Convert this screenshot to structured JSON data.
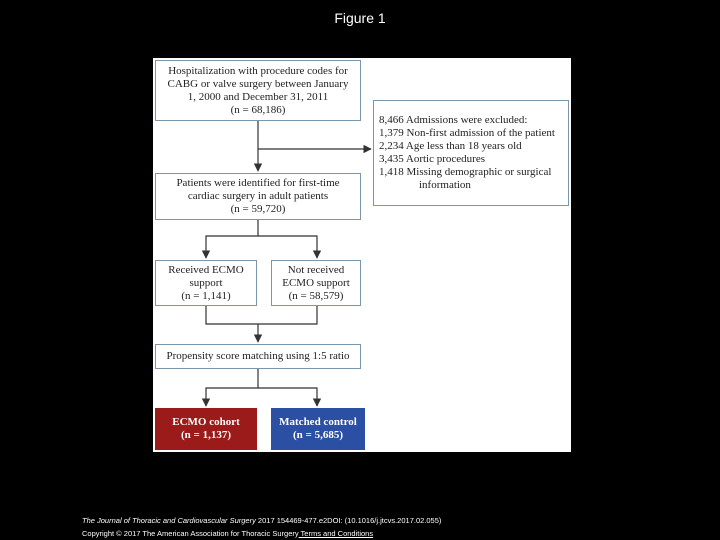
{
  "slide": {
    "title": "Figure 1"
  },
  "flowchart": {
    "box_hospitalization": {
      "lines": [
        "Hospitalization with procedure codes for",
        "CABG or valve surgery between January",
        "1, 2000 and December 31, 2011",
        "(n = 68,186)"
      ]
    },
    "box_excluded": {
      "lines": [
        "8,466 Admissions were excluded:",
        "1,379 Non-first admission of the patient",
        "2,234 Age less than 18 years old",
        "3,435 Aortic procedures",
        "1,418 Missing demographic or surgical",
        "information"
      ]
    },
    "box_first_time": {
      "lines": [
        "Patients were identified for first-time",
        "cardiac surgery in adult patients",
        "(n = 59,720)"
      ]
    },
    "box_received_ecmo": {
      "lines": [
        "Received ECMO",
        "support",
        "(n = 1,141)"
      ]
    },
    "box_not_received_ecmo": {
      "lines": [
        "Not received",
        "ECMO support",
        "(n = 58,579)"
      ]
    },
    "box_propensity": {
      "lines": [
        "Propensity score matching using 1:5 ratio"
      ]
    },
    "box_ecmo_cohort": {
      "lines": [
        "ECMO cohort",
        "(n = 1,137)"
      ],
      "color": "#9b1b1b"
    },
    "box_matched_control": {
      "lines": [
        "Matched control",
        "(n = 5,685)"
      ],
      "color": "#2b4fa3"
    },
    "border_color": "#7a96ae",
    "arrow_color": "#333333"
  },
  "footer": {
    "citation_journal": "The Journal of Thoracic and Cardiovascular Surgery",
    "citation_rest": " 2017 154469-477.e2DOI: (10.1016/j.jtcvs.2017.02.055)",
    "copyright": "Copyright © 2017 The American Association for Thoracic Surgery",
    "terms_link": " Terms and Conditions"
  }
}
